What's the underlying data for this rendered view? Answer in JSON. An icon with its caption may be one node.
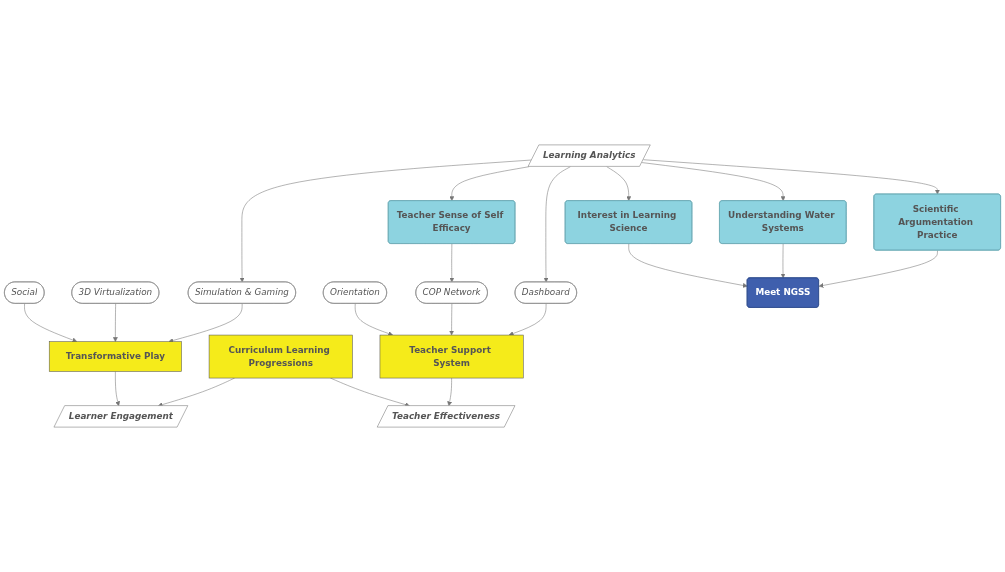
{
  "diagram": {
    "nodes": [
      {
        "text": [
          "Social"
        ]
      },
      {
        "text": [
          "Orientation"
        ]
      },
      {
        "text": [
          "3D Virtualization"
        ]
      },
      {
        "text": [
          "Transformative Play"
        ]
      },
      {
        "text": [
          "Curriculum Learning Progressions"
        ]
      },
      {
        "text": [
          "Teacher Support System"
        ]
      },
      {
        "text": [
          "COP Network"
        ]
      },
      {
        "text": [
          "Simulation & Gaming"
        ]
      },
      {
        "text": [
          "Dashboard"
        ]
      },
      {
        "text": [
          "Learner Engagement"
        ]
      },
      {
        "text": [
          "Teacher Effectiveness"
        ]
      },
      {
        "text": [
          "Learning Analytics"
        ]
      },
      {
        "text": [
          "Interest in Learning Science"
        ]
      },
      {
        "text": [
          "Understanding Water Systems"
        ]
      },
      {
        "text": [
          "Scientific Argumentation Practice"
        ]
      },
      {
        "text": [
          "Teacher Sense of Self Efficacy"
        ]
      },
      {
        "text": [
          "Meet NGSS"
        ]
      }
    ],
    "edges": [
      {
        "from": 0,
        "to": 3,
        "arrow": "to"
      },
      {
        "from": 2,
        "to": 3,
        "arrow": "to"
      },
      {
        "from": 7,
        "to": 3,
        "arrow": "to"
      },
      {
        "from": 1,
        "to": 5,
        "arrow": "to"
      },
      {
        "from": 6,
        "to": 5,
        "arrow": "to"
      },
      {
        "from": 8,
        "to": 5,
        "arrow": "to"
      },
      {
        "from": 3,
        "to": 9,
        "arrow": "to"
      },
      {
        "from": 4,
        "to": 9,
        "arrow": "to"
      },
      {
        "from": 4,
        "to": 10,
        "arrow": "to"
      },
      {
        "from": 5,
        "to": 10,
        "arrow": "to"
      },
      {
        "from": 11,
        "to": 7,
        "arrow": "to"
      },
      {
        "from": 11,
        "to": 8,
        "arrow": "to"
      },
      {
        "from": 11,
        "to": 12,
        "arrow": "to"
      },
      {
        "from": 11,
        "to": 13,
        "arrow": "to"
      },
      {
        "from": 11,
        "to": 14,
        "arrow": "to"
      },
      {
        "from": 11,
        "to": 15,
        "arrow": "to"
      },
      {
        "from": 15,
        "to": 6,
        "arrow": "to"
      },
      {
        "from": 12,
        "to": 16,
        "arrow": "to"
      },
      {
        "from": 13,
        "to": 16,
        "arrow": "to"
      },
      {
        "from": 14,
        "to": 16,
        "arrow": "to"
      }
    ]
  }
}
